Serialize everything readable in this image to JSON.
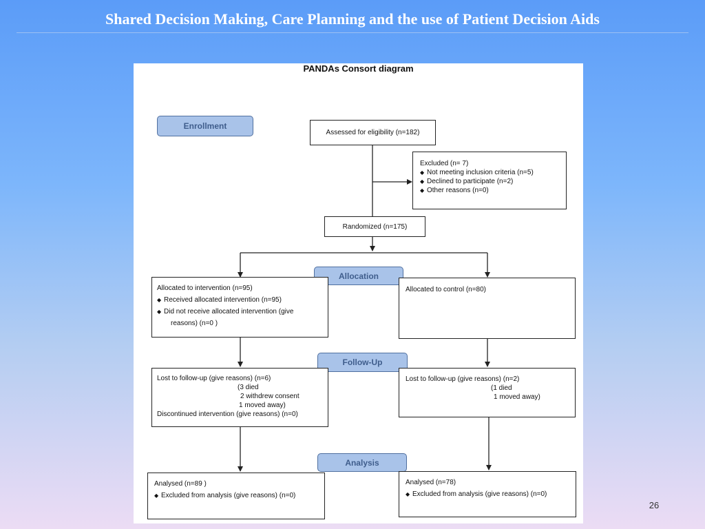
{
  "slide": {
    "title": "Shared Decision Making, Care Planning and the use of Patient Decision Aids",
    "page_number": "26"
  },
  "diagram": {
    "title": "PANDAs Consort diagram",
    "stages": {
      "enrollment": "Enrollment",
      "allocation": "Allocation",
      "follow_up": "Follow-Up",
      "analysis": "Analysis"
    },
    "assessed": "Assessed for eligibility (n=182)",
    "excluded": {
      "heading": "Excluded  (n= 7)",
      "items": [
        "Not meeting inclusion criteria (n=5)",
        "Declined to participate (n=2)",
        "Other reasons (n=0)"
      ]
    },
    "randomized": "Randomized (n=175)",
    "intervention": {
      "allocated": "Allocated to intervention (n=95)",
      "received": "Received allocated intervention (n=95)",
      "not_received_line1": "Did not receive allocated intervention (give",
      "not_received_line2": "reasons) (n=0 )",
      "lost": "Lost to follow-up (give reasons) (n=6)",
      "lost_details": [
        "(3 died",
        "2 withdrew consent",
        "1 moved away)"
      ],
      "discontinued": "Discontinued intervention (give reasons) (n=0)",
      "analysed": "Analysed  (n=89  )",
      "excluded_analysis": "Excluded from analysis (give reasons) (n=0)"
    },
    "control": {
      "allocated": "Allocated to control (n=80)",
      "lost": "Lost to follow-up (give reasons) (n=2)",
      "lost_details": [
        "(1 died",
        "1 moved away)"
      ],
      "analysed": "Analysed  (n=78)",
      "excluded_analysis": "Excluded from analysis (give reasons) (n=0)"
    },
    "bullet_symbol": "◆"
  },
  "colors": {
    "stage_fill": "#a9c3e9",
    "stage_text": "#3f5d8c",
    "line": "#222222"
  }
}
